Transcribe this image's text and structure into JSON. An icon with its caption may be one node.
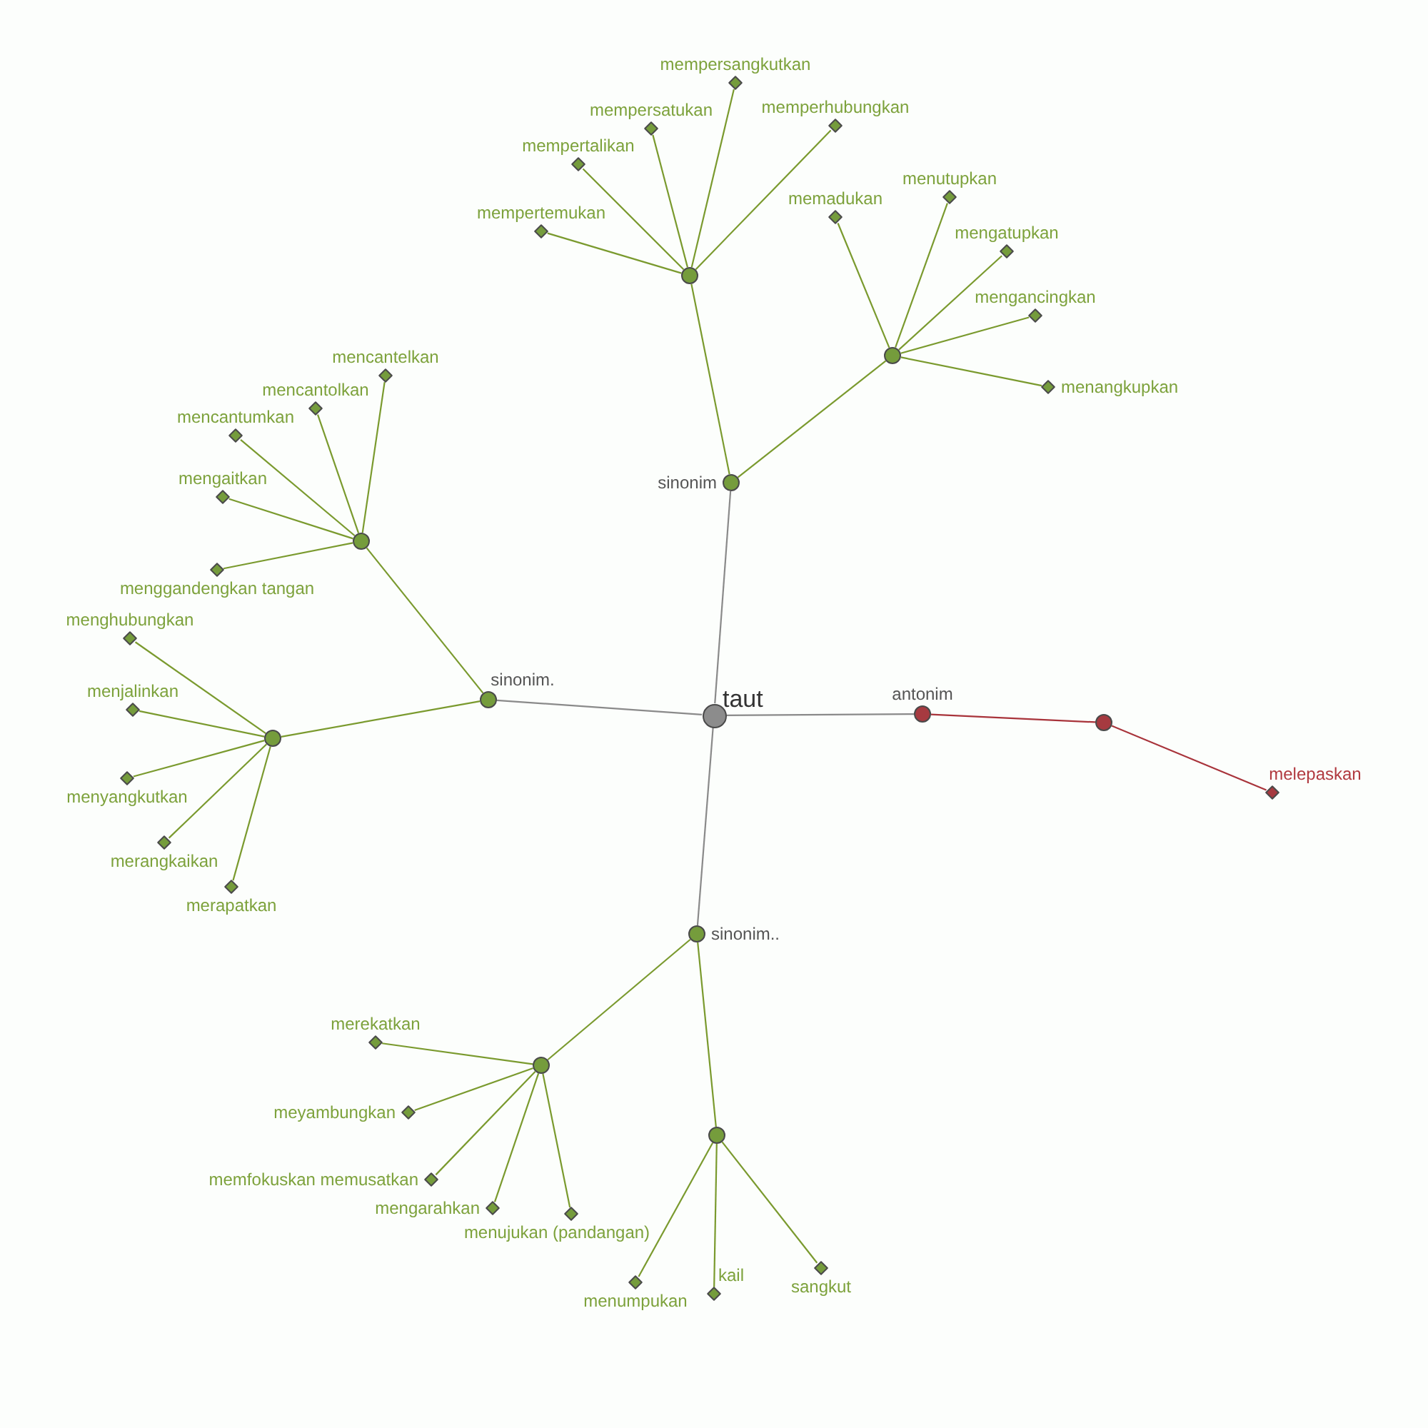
{
  "diagram": {
    "nodes": [
      {
        "text": [
          "taut"
        ]
      },
      {
        "text": [
          "sinonim"
        ]
      },
      {
        "text": [],
        "shape": "circle"
      },
      {
        "text": [
          "mempertemukan"
        ]
      },
      {
        "text": [
          "mempertalikan"
        ]
      },
      {
        "text": [
          "mempersatukan"
        ]
      },
      {
        "text": [
          "mempersangkutkan"
        ]
      },
      {
        "text": [
          "memperhubungkan"
        ]
      },
      {
        "text": [],
        "shape": "circle"
      },
      {
        "text": [
          "memadukan"
        ]
      },
      {
        "text": [
          "menutupkan"
        ]
      },
      {
        "text": [
          "mengatupkan"
        ]
      },
      {
        "text": [
          "mengancingkan"
        ]
      },
      {
        "text": [
          "menangkupkan"
        ]
      },
      {
        "text": [
          "sinonim."
        ]
      },
      {
        "text": [],
        "shape": "circle"
      },
      {
        "text": [
          "mencantelkan"
        ]
      },
      {
        "text": [
          "mencantolkan"
        ]
      },
      {
        "text": [
          "mencantumkan"
        ]
      },
      {
        "text": [
          "mengaitkan"
        ]
      },
      {
        "text": [
          "menggandengkan tangan"
        ]
      },
      {
        "text": [],
        "shape": "circle"
      },
      {
        "text": [
          "menghubungkan"
        ]
      },
      {
        "text": [
          "menjalinkan"
        ]
      },
      {
        "text": [
          "menyangkutkan"
        ]
      },
      {
        "text": [
          "merangkaikan"
        ]
      },
      {
        "text": [
          "merapatkan"
        ]
      },
      {
        "text": [
          "sinonim.."
        ]
      },
      {
        "text": [],
        "shape": "circle"
      },
      {
        "text": [
          "merekatkan"
        ]
      },
      {
        "text": [
          "meyambungkan"
        ]
      },
      {
        "text": [
          "memfokuskan memusatkan"
        ]
      },
      {
        "text": [
          "mengarahkan"
        ]
      },
      {
        "text": [
          "menujukan (pandangan)"
        ]
      },
      {
        "text": [],
        "shape": "circle"
      },
      {
        "text": [
          "menumpukan"
        ]
      },
      {
        "text": [
          "kail"
        ]
      },
      {
        "text": [
          "sangkut"
        ]
      },
      {
        "text": [
          "antonim"
        ]
      },
      {
        "text": [],
        "shape": "circle"
      },
      {
        "text": [
          "melepaskan"
        ]
      }
    ],
    "edges": [
      {
        "from": 0,
        "to": 1,
        "arrow": "none",
        "color": "#8a8a8a"
      },
      {
        "from": 1,
        "to": 2,
        "arrow": "none"
      },
      {
        "from": 2,
        "to": 3,
        "arrow": "none"
      },
      {
        "from": 2,
        "to": 4,
        "arrow": "none"
      },
      {
        "from": 2,
        "to": 5,
        "arrow": "none"
      },
      {
        "from": 2,
        "to": 6,
        "arrow": "none"
      },
      {
        "from": 2,
        "to": 7,
        "arrow": "none"
      },
      {
        "from": 1,
        "to": 8,
        "arrow": "none"
      },
      {
        "from": 8,
        "to": 9,
        "arrow": "none"
      },
      {
        "from": 8,
        "to": 10,
        "arrow": "none"
      },
      {
        "from": 8,
        "to": 11,
        "arrow": "none"
      },
      {
        "from": 8,
        "to": 12,
        "arrow": "none"
      },
      {
        "from": 8,
        "to": 13,
        "arrow": "none"
      },
      {
        "from": 0,
        "to": 14,
        "arrow": "none",
        "color": "#8a8a8a"
      },
      {
        "from": 14,
        "to": 15,
        "arrow": "none"
      },
      {
        "from": 15,
        "to": 16,
        "arrow": "none"
      },
      {
        "from": 15,
        "to": 17,
        "arrow": "none"
      },
      {
        "from": 15,
        "to": 18,
        "arrow": "none"
      },
      {
        "from": 15,
        "to": 19,
        "arrow": "none"
      },
      {
        "from": 15,
        "to": 20,
        "arrow": "none"
      },
      {
        "from": 14,
        "to": 21,
        "arrow": "none"
      },
      {
        "from": 21,
        "to": 22,
        "arrow": "none"
      },
      {
        "from": 21,
        "to": 23,
        "arrow": "none"
      },
      {
        "from": 21,
        "to": 24,
        "arrow": "none"
      },
      {
        "from": 21,
        "to": 25,
        "arrow": "none"
      },
      {
        "from": 21,
        "to": 26,
        "arrow": "none"
      },
      {
        "from": 0,
        "to": 27,
        "arrow": "none",
        "color": "#8a8a8a"
      },
      {
        "from": 27,
        "to": 28,
        "arrow": "none"
      },
      {
        "from": 28,
        "to": 29,
        "arrow": "none"
      },
      {
        "from": 28,
        "to": 30,
        "arrow": "none"
      },
      {
        "from": 28,
        "to": 31,
        "arrow": "none"
      },
      {
        "from": 28,
        "to": 32,
        "arrow": "none"
      },
      {
        "from": 28,
        "to": 33,
        "arrow": "none"
      },
      {
        "from": 27,
        "to": 34,
        "arrow": "none"
      },
      {
        "from": 34,
        "to": 35,
        "arrow": "none"
      },
      {
        "from": 34,
        "to": 36,
        "arrow": "none"
      },
      {
        "from": 34,
        "to": 37,
        "arrow": "none"
      },
      {
        "from": 0,
        "to": 38,
        "arrow": "none",
        "color": "#8a8a8a"
      },
      {
        "from": 38,
        "to": 39,
        "arrow": "none",
        "color": "#a8333a"
      },
      {
        "from": 39,
        "to": 40,
        "arrow": "none",
        "color": "#a8333a"
      }
    ]
  }
}
